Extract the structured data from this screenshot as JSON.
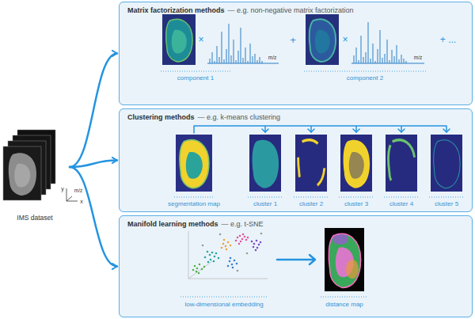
{
  "diagram": {
    "nodes": [
      {
        "text": [
          "IMS dataset"
        ]
      },
      {
        "text": [
          "Matrix factorization methods",
          "— e.g. non-negative matrix factorization"
        ]
      },
      {
        "text": [
          "Clustering methods",
          "— e.g. k-means clustering"
        ]
      },
      {
        "text": [
          "Manifold learning methods",
          "— e.g. t-SNE"
        ]
      }
    ],
    "edges": [
      {
        "from": 0,
        "to": 1,
        "arrow": "to"
      },
      {
        "from": 0,
        "to": 2,
        "arrow": "to"
      },
      {
        "from": 0,
        "to": 3,
        "arrow": "to"
      }
    ],
    "labels": [
      "y",
      "m/z",
      "x",
      "×",
      "m/z",
      "+",
      "×",
      "m/z",
      "+ ...",
      "component 1",
      "component 2",
      "segmentation map",
      "cluster 1",
      "cluster 2",
      "cluster 3",
      "cluster 4",
      "cluster 5",
      "low-dimensional embedding",
      "distance map"
    ]
  }
}
